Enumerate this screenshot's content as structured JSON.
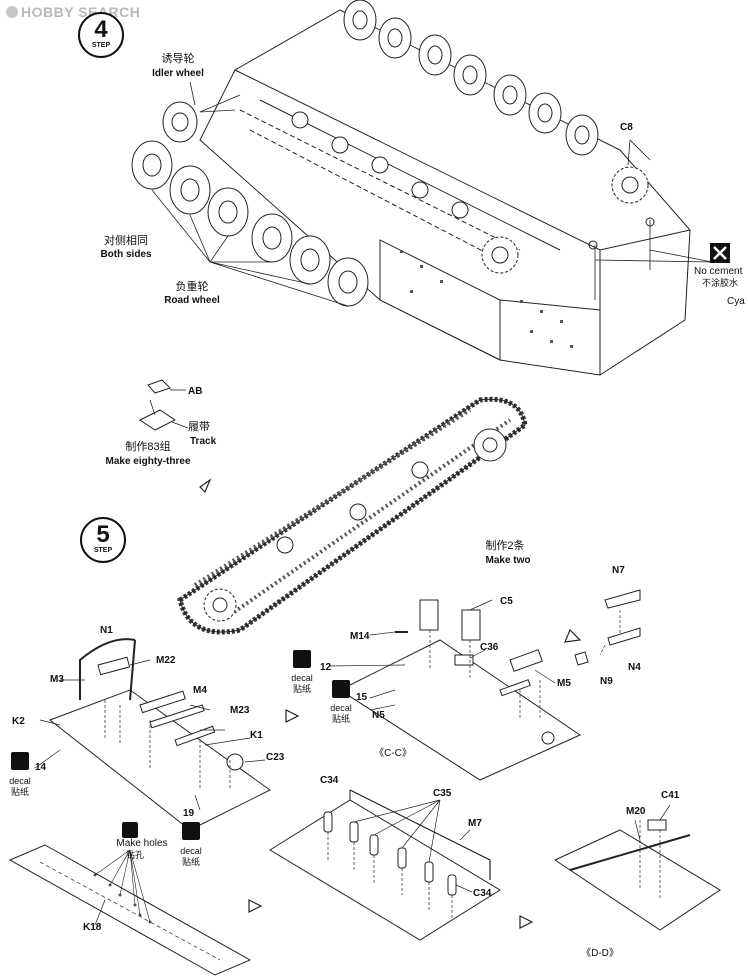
{
  "watermark": "HOBBY SEARCH",
  "step4": {
    "number": "4",
    "word": "STEP",
    "idler_cn": "诱导轮",
    "idler_en": "Idler wheel",
    "both_cn": "对侧相同",
    "both_en": "Both sides",
    "road_cn": "负重轮",
    "road_en": "Road wheel",
    "c8": "C8",
    "no_cement_en": "No cement",
    "no_cement_cn": "不涂胶水",
    "cya": "Cya"
  },
  "track": {
    "ab": "AB",
    "track_cn": "履带",
    "track_en": "Track",
    "make83_cn": "制作83组",
    "make83_en": "Make eighty-three",
    "make2_cn": "制作2条",
    "make2_en": "Make two"
  },
  "step5": {
    "number": "5",
    "word": "STEP",
    "labels": {
      "n1": "N1",
      "m3": "M3",
      "m22": "M22",
      "k2": "K2",
      "m4": "M4",
      "m23": "M23",
      "k1": "K1",
      "c23": "C23",
      "n14": "14",
      "n19": "19",
      "m14": "M14",
      "n12": "12",
      "n15": "15",
      "n5": "N5",
      "c5": "C5",
      "c36": "C36",
      "m5": "M5",
      "n7": "N7",
      "n4": "N4",
      "n9": "N9",
      "c34a": "C34",
      "c35": "C35",
      "m7": "M7",
      "c34b": "C34",
      "m20": "M20",
      "c41": "C41",
      "k18": "K18"
    },
    "decal_en": "decal",
    "decal_cn": "贴纸",
    "holes_en": "Make holes",
    "holes_cn": "钻孔",
    "section_cc": "《C-C》",
    "section_dd": "《D-D》"
  }
}
